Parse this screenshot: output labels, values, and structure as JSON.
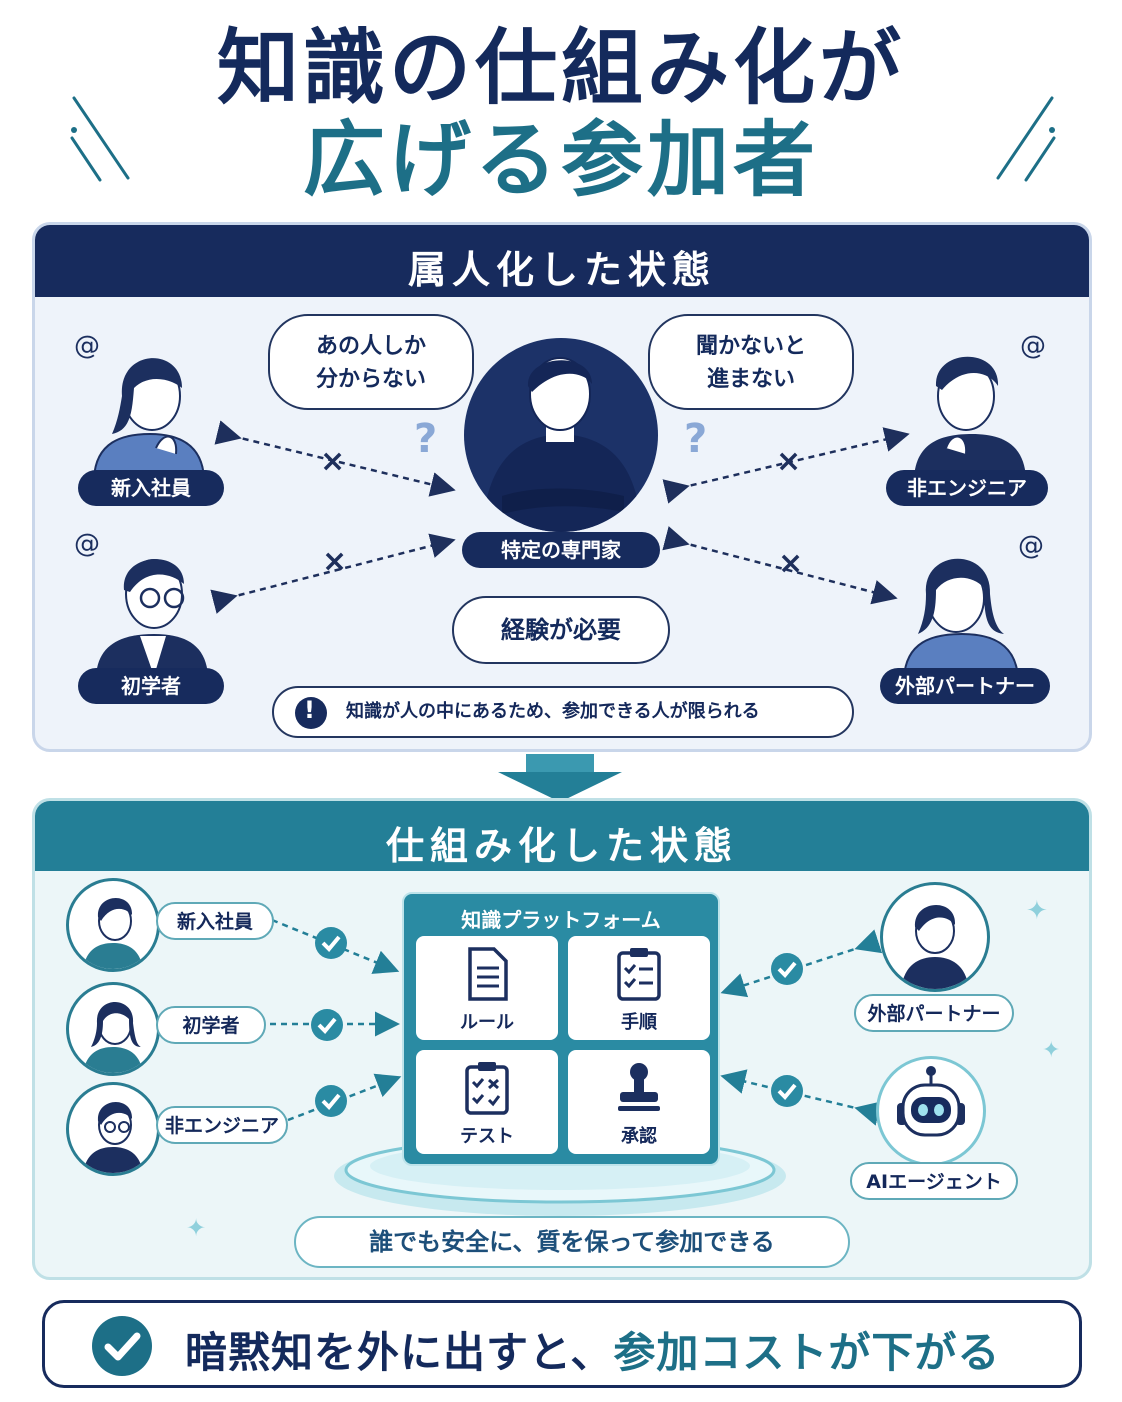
{
  "title": {
    "line1": "知識の仕組み化が",
    "line2": "広げる参加者"
  },
  "before": {
    "heading": "属人化した状態",
    "bubble_left": [
      "あの人しか",
      "分からない"
    ],
    "bubble_right": [
      "聞かないと",
      "進まない"
    ],
    "question_mark": "?",
    "expert_label": "特定の専門家",
    "expert_bubble": "経験が必要",
    "people": [
      "新入社員",
      "初学者",
      "非エンジニア",
      "外部パートナー"
    ],
    "cross": "×",
    "warning_icon": "!",
    "warning": "知識が人の中にあるため、参加できる人が限られる"
  },
  "after": {
    "heading": "仕組み化した状態",
    "left_people": [
      "新入社員",
      "初学者",
      "非エンジニア"
    ],
    "right_people": [
      "外部パートナー",
      "AIエージェント"
    ],
    "platform_title": "知識プラットフォーム",
    "tiles": [
      "ルール",
      "手順",
      "テスト",
      "承認"
    ],
    "result": "誰でも安全に、質を保って参加できる"
  },
  "banner": {
    "text_main": "暗黙知を外に出すと、",
    "text_accent": "参加コストが下がる"
  },
  "colors": {
    "navy": "#172b5d",
    "teal": "#237f97",
    "teal_title": "#1d6f87"
  }
}
